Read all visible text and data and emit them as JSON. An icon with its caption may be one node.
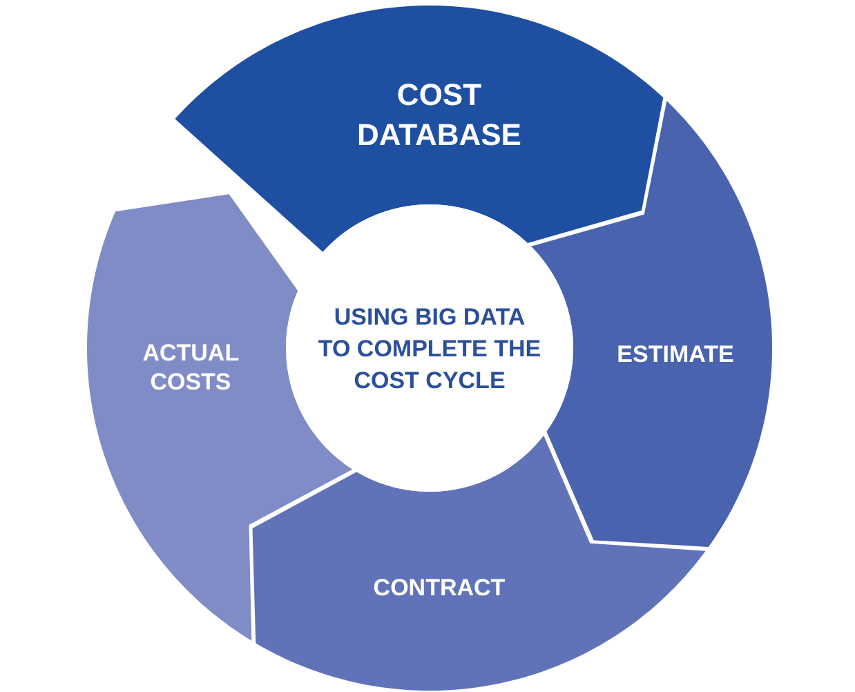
{
  "diagram": {
    "nodes": [
      {
        "text": [
          "COST DATABASE"
        ]
      },
      {
        "text": [
          "ESTIMATE"
        ]
      },
      {
        "text": [
          "CONTRACT"
        ]
      },
      {
        "text": [
          "ACTUAL COSTS"
        ]
      },
      {
        "text": [
          "USING BIG DATA TO COMPLETE THE COST CYCLE"
        ]
      }
    ]
  }
}
